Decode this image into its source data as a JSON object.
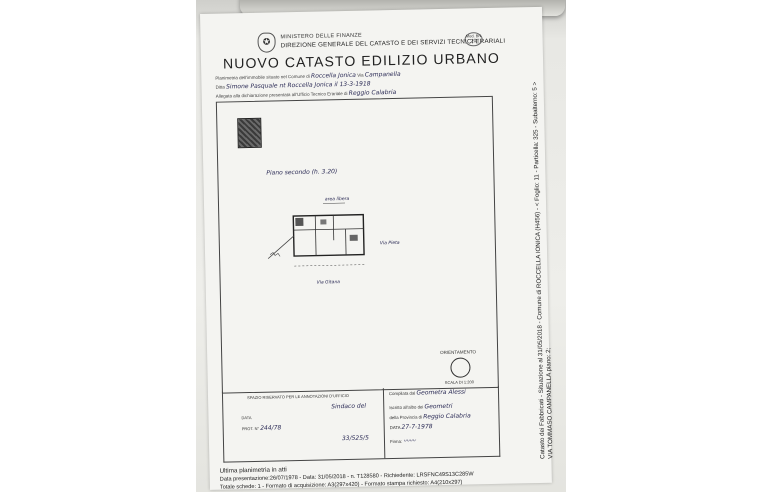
{
  "header": {
    "ministry": "MINISTERO DELLE FINANZE",
    "direzione": "DIREZIONE GENERALE DEL CATASTO E DEI SERVIZI TECNICI ERARIALI",
    "title": "NUOVO CATASTO EDILIZIO URBANO",
    "modello": "Mod. BN",
    "modello_num": "20"
  },
  "info": {
    "line1_label": "Planimetria dell'immobile situato nel Comune di",
    "line1_value": "Roccella Jonica",
    "line1_via_label": "Via",
    "line1_via_value": "Campanella",
    "line2_label": "Ditta",
    "line2_value": "Simone Pasquale nt Roccella Jonica il 13-3-1918",
    "line3_label": "Allegata alla dichiarazione presentata all'Ufficio Tecnico Erariale di",
    "line3_value": "Reggio Calabria"
  },
  "drawing": {
    "piano_label": "Piano secondo (h. 3.20)",
    "strada_top": "area libera",
    "strada_right": "Via Pieta",
    "strada_bottom": "Via Gitana",
    "orientamento": "ORIENTAMENTO",
    "scala": "SCALA DI 1:200"
  },
  "bottom": {
    "spazio": "SPAZIO RISERVATO PER LE ANNOTAZIONI D'UFFICIO",
    "data_label": "DATA",
    "protocollo_label": "PROT. N°",
    "protocollo_value": "244/78",
    "sign_top": "Sindaco del",
    "sign_num": "33/525/5",
    "compilata_label": "Compilata dal",
    "compilata_value": "Geometra Alessi",
    "iscritto_label": "Iscritto all'albo dei",
    "iscritto_value": "Geometri",
    "provincia_label": "della Provincia di",
    "provincia_value": "Reggio Calabria",
    "data2_label": "DATA",
    "data2_value": "27-7-1978",
    "firma_label": "Firma:"
  },
  "footer": {
    "line1": "Ultima planimetria in atti",
    "line2": "Data presentazione:26/07/1978 - Data: 31/05/2018 - n. T128580 - Richiedente: LRSFNC49S13C285W",
    "line3": "Totale schede: 1 - Formato di acquisizione: A3(297x420) - Formato stampa richiesto: A4(210x297)"
  },
  "side": {
    "line1": "Catasto dei Fabbricati - Situazione al 31/05/2018 - Comune di ROCCELLA IONICA (H456) - < Foglio: 11 - Particella: 325 - Subalterno: 5 >",
    "line2": "VIA TOMMASO CAMPANELLA piano: 2;"
  }
}
